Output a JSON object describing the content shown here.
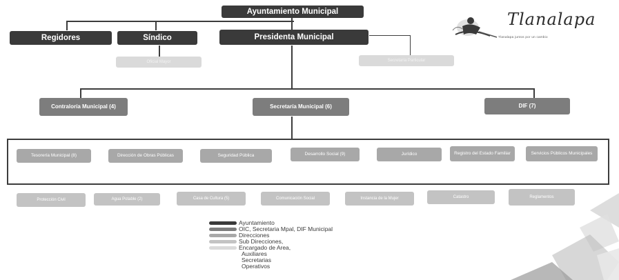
{
  "org_chart": {
    "logo": {
      "wordmark": "Tlanalapa",
      "tagline": "Tlanalapa juntos por un cambio"
    },
    "level1": {
      "label": "Ayuntamiento Municipal"
    },
    "level2": [
      {
        "id": "regidores",
        "label": "Regidores",
        "level": 1
      },
      {
        "id": "sindico",
        "label": "Síndico",
        "level": 1
      },
      {
        "id": "presidenta",
        "label": "Presidenta Municipal",
        "level": 1
      }
    ],
    "level2_sub": [
      {
        "id": "oficial-mayor",
        "label": "Oficial Mayor",
        "level": 5
      },
      {
        "id": "secretaria-particular",
        "label": "Secretaría Particular",
        "level": 5
      }
    ],
    "level3": [
      {
        "id": "contraloria",
        "label": "Contraloría Municipal (4)",
        "level": 2
      },
      {
        "id": "secretaria",
        "label": "Secretaría Municipal (6)",
        "level": 2
      },
      {
        "id": "dif",
        "label": "DIF (7)",
        "level": 2
      }
    ],
    "level4": [
      {
        "id": "tesoreria",
        "label": "Tesorería Municipal (8)",
        "level": 3
      },
      {
        "id": "obras",
        "label": "Dirección de Obras Públicas",
        "level": 3
      },
      {
        "id": "seguridad",
        "label": "Seguridad Pública",
        "level": 3
      },
      {
        "id": "desarrollo",
        "label": "Desarrollo Social (9)",
        "level": 3
      },
      {
        "id": "juridico",
        "label": "Jurídico",
        "level": 3
      },
      {
        "id": "registro",
        "label": "Registro del Estado Familiar",
        "level": 3
      },
      {
        "id": "servicios",
        "label": "Servicios Públicos Municipales",
        "level": 3
      }
    ],
    "level5": [
      {
        "id": "proteccion-civil",
        "label": "Protección Civil",
        "level": 4
      },
      {
        "id": "agua-potable",
        "label": "Agua Potable (2)",
        "level": 4
      },
      {
        "id": "casa-cultura",
        "label": "Casa de Cultura (5)",
        "level": 4
      },
      {
        "id": "comunicacion",
        "label": "Comunicación Social",
        "level": 4
      },
      {
        "id": "mujer",
        "label": "Instancia de la Mujer",
        "level": 4
      },
      {
        "id": "catastro",
        "label": "Catastro",
        "level": 4
      },
      {
        "id": "reglamentos",
        "label": "Reglamentos",
        "level": 4
      }
    ]
  },
  "legend": [
    {
      "label": "Ayuntamiento",
      "color": "#3a3a3a"
    },
    {
      "label": "OIC, Secretaria Mpal, DIF Municipal",
      "color": "#7d7d7d"
    },
    {
      "label": "Direcciones",
      "color": "#a8a8a8"
    },
    {
      "label": "Sub Direcciones,",
      "color": "#c3c3c3"
    },
    {
      "label": "Encargado de Area,",
      "color": "#dadada"
    },
    {
      "label": "Auxiliares",
      "color": ""
    },
    {
      "label": "Secretarias",
      "color": ""
    },
    {
      "label": "Operativos",
      "color": ""
    }
  ]
}
